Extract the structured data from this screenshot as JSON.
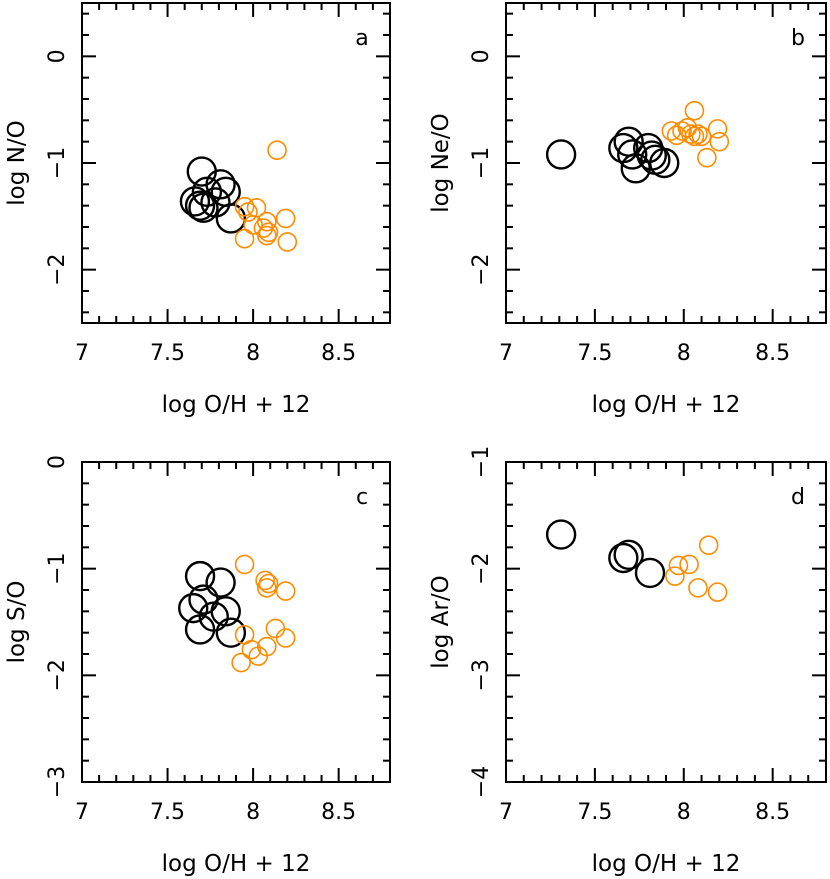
{
  "colors": {
    "black_series": "#000000",
    "orange_series": "#ff8c00"
  },
  "chart_data": [
    {
      "type": "scatter",
      "panel": "a",
      "xlabel": "log O/H + 12",
      "ylabel": "log N/O",
      "xlim": [
        7.0,
        8.8
      ],
      "ylim": [
        -2.5,
        0.5
      ],
      "xticks": [
        7,
        7.5,
        8,
        8.5
      ],
      "xtick_labels": [
        "7",
        "7.5",
        "8",
        "8.5"
      ],
      "yticks": [
        -2,
        -1,
        0
      ],
      "ytick_labels": [
        "−2",
        "−1",
        "0"
      ],
      "series": [
        {
          "marker": "large-open-circle",
          "color": "#000000",
          "x": [
            7.7,
            7.73,
            7.81,
            7.84,
            7.66,
            7.71,
            7.78,
            7.87,
            7.69
          ],
          "y": [
            -1.08,
            -1.27,
            -1.2,
            -1.27,
            -1.36,
            -1.42,
            -1.37,
            -1.52,
            -1.4
          ]
        },
        {
          "marker": "small-open-circle",
          "color": "#ff8c00",
          "x": [
            7.95,
            7.97,
            8.02,
            8.08,
            8.06,
            8.09,
            8.14,
            8.19,
            7.95,
            8.0,
            8.08,
            8.2
          ],
          "y": [
            -1.41,
            -1.46,
            -1.42,
            -1.55,
            -1.61,
            -1.65,
            -0.88,
            -1.52,
            -1.71,
            -1.58,
            -1.68,
            -1.74
          ]
        }
      ]
    },
    {
      "type": "scatter",
      "panel": "b",
      "xlabel": "log O/H + 12",
      "ylabel": "log Ne/O",
      "xlim": [
        7.0,
        8.8
      ],
      "ylim": [
        -2.5,
        0.5
      ],
      "xticks": [
        7,
        7.5,
        8,
        8.5
      ],
      "xtick_labels": [
        "7",
        "7.5",
        "8",
        "8.5"
      ],
      "yticks": [
        -2,
        -1,
        0
      ],
      "ytick_labels": [
        "−2",
        "−1",
        "0"
      ],
      "series": [
        {
          "marker": "large-open-circle",
          "color": "#000000",
          "x": [
            7.31,
            7.66,
            7.69,
            7.71,
            7.73,
            7.8,
            7.82,
            7.89,
            7.84
          ],
          "y": [
            -0.92,
            -0.86,
            -0.8,
            -0.92,
            -1.05,
            -0.86,
            -0.93,
            -1.0,
            -0.97
          ]
        },
        {
          "marker": "small-open-circle",
          "color": "#ff8c00",
          "x": [
            7.93,
            7.96,
            7.99,
            8.02,
            8.04,
            8.06,
            8.08,
            8.1,
            8.13,
            8.19,
            8.2,
            8.06
          ],
          "y": [
            -0.7,
            -0.74,
            -0.7,
            -0.67,
            -0.73,
            -0.75,
            -0.73,
            -0.75,
            -0.95,
            -0.68,
            -0.8,
            -0.51
          ]
        }
      ]
    },
    {
      "type": "scatter",
      "panel": "c",
      "xlabel": "log O/H + 12",
      "ylabel": "log S/O",
      "xlim": [
        7.0,
        8.8
      ],
      "ylim": [
        -3.0,
        0.0
      ],
      "xticks": [
        7,
        7.5,
        8,
        8.5
      ],
      "xtick_labels": [
        "7",
        "7.5",
        "8",
        "8.5"
      ],
      "yticks": [
        -3,
        -2,
        -1,
        0
      ],
      "ytick_labels": [
        "−3",
        "−2",
        "−1",
        "0"
      ],
      "series": [
        {
          "marker": "large-open-circle",
          "color": "#000000",
          "x": [
            7.69,
            7.81,
            7.71,
            7.65,
            7.77,
            7.84,
            7.69,
            7.87
          ],
          "y": [
            -1.07,
            -1.13,
            -1.29,
            -1.37,
            -1.45,
            -1.4,
            -1.57,
            -1.6
          ]
        },
        {
          "marker": "small-open-circle",
          "color": "#ff8c00",
          "x": [
            7.95,
            8.07,
            8.09,
            8.08,
            8.19,
            8.13,
            7.95,
            8.19,
            7.99,
            8.08,
            8.03,
            7.93
          ],
          "y": [
            -0.96,
            -1.11,
            -1.14,
            -1.18,
            -1.21,
            -1.56,
            -1.62,
            -1.65,
            -1.76,
            -1.73,
            -1.82,
            -1.88
          ]
        }
      ]
    },
    {
      "type": "scatter",
      "panel": "d",
      "xlabel": "log O/H + 12",
      "ylabel": "log Ar/O",
      "xlim": [
        7.0,
        8.8
      ],
      "ylim": [
        -4.0,
        -1.0
      ],
      "xticks": [
        7,
        7.5,
        8,
        8.5
      ],
      "xtick_labels": [
        "7",
        "7.5",
        "8",
        "8.5"
      ],
      "yticks": [
        -4,
        -3,
        -2,
        -1
      ],
      "ytick_labels": [
        "−4",
        "−3",
        "−2",
        "−1"
      ],
      "series": [
        {
          "marker": "large-open-circle",
          "color": "#000000",
          "x": [
            7.31,
            7.69,
            7.66,
            7.81
          ],
          "y": [
            -1.68,
            -1.87,
            -1.9,
            -2.04
          ]
        },
        {
          "marker": "small-open-circle",
          "color": "#ff8c00",
          "x": [
            7.97,
            8.03,
            8.14,
            7.95,
            8.08,
            8.19
          ],
          "y": [
            -1.97,
            -1.96,
            -1.78,
            -2.07,
            -2.18,
            -2.22
          ]
        }
      ]
    }
  ]
}
